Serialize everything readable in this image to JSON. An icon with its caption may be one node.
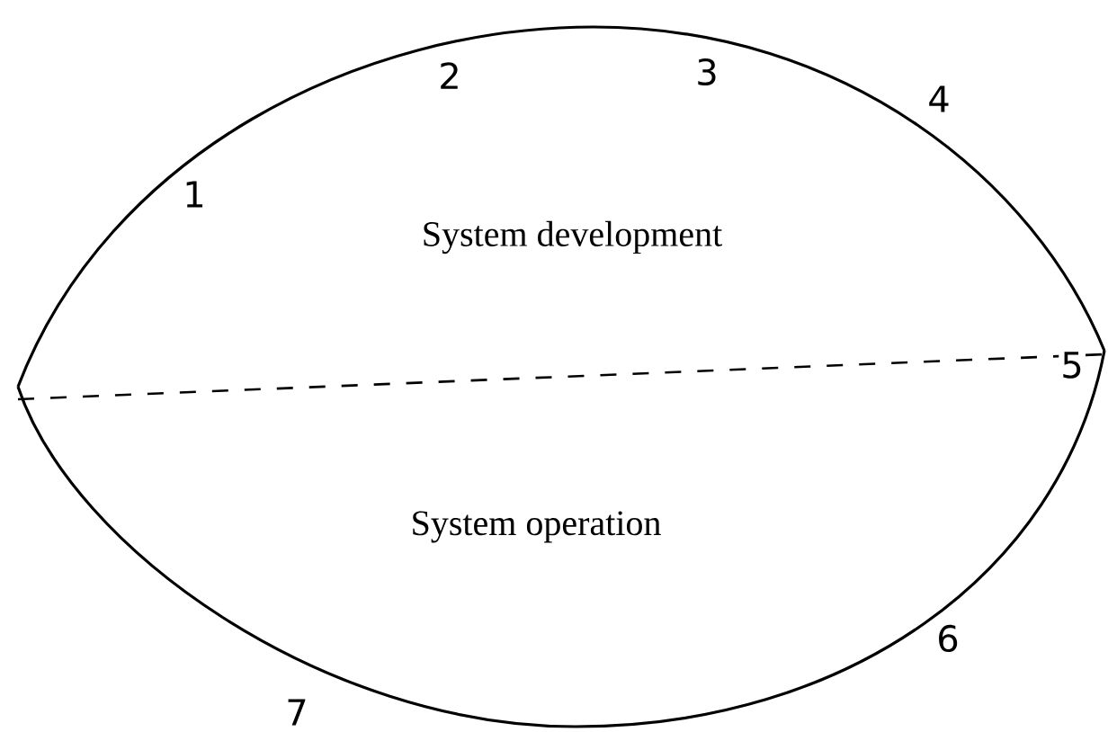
{
  "diagram": {
    "nodes": [
      {
        "text": [
          "System development"
        ]
      },
      {
        "text": [
          "System operation"
        ]
      }
    ],
    "labels": [
      "1",
      "2",
      "3",
      "4",
      "5",
      "6",
      "7"
    ]
  }
}
